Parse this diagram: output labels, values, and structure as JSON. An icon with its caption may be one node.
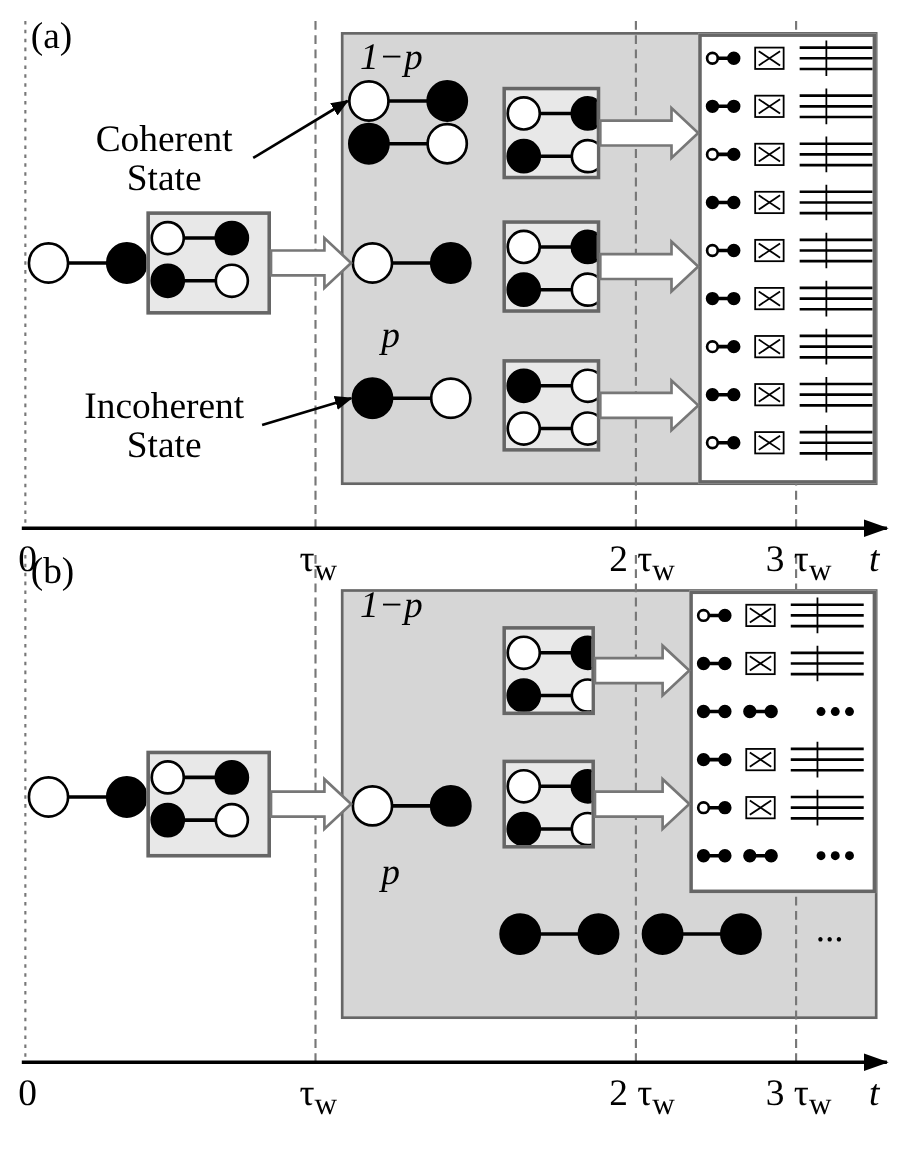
{
  "diagram": {
    "nodes": [
      {
        "text": [
          "Coherent State"
        ]
      },
      {
        "text": [
          "Incoherent State"
        ]
      },
      {
        "text": [],
        "shape": "circle"
      },
      {
        "text": [],
        "shape": "circle"
      },
      {
        "text": [],
        "shape": "box"
      },
      {
        "text": [],
        "shape": "circle"
      },
      {
        "text": [],
        "shape": "box"
      },
      {
        "text": [],
        "shape": "box"
      },
      {
        "text": [],
        "shape": "box"
      },
      {
        "text": [],
        "shape": "box"
      },
      {
        "text": [],
        "shape": "box"
      },
      {
        "text": [],
        "shape": "circle"
      },
      {
        "text": [],
        "shape": "box"
      },
      {
        "text": [],
        "shape": "box"
      },
      {
        "text": [],
        "shape": "box"
      }
    ],
    "edges": [
      {
        "from": 0,
        "to": 2,
        "arrow": "to"
      },
      {
        "from": 1,
        "to": 5,
        "arrow": "to"
      },
      {
        "from": 4,
        "to": 3,
        "arrow": "to",
        "style": "thick"
      },
      {
        "from": 6,
        "to": 9,
        "arrow": "to",
        "style": "thick"
      },
      {
        "from": 7,
        "to": 9,
        "arrow": "to",
        "style": "thick"
      },
      {
        "from": 8,
        "to": 9,
        "arrow": "to",
        "style": "thick"
      },
      {
        "from": 10,
        "to": 11,
        "arrow": "to",
        "style": "thick"
      },
      {
        "from": 12,
        "to": 14,
        "arrow": "to",
        "style": "thick"
      },
      {
        "from": 13,
        "to": 14,
        "arrow": "to",
        "style": "thick"
      }
    ],
    "labels": [
      "(a)",
      "1−p",
      "p",
      "0",
      "τ$_{w}$",
      "2 τ$_{w}$",
      "3 τ$_{w}$",
      "t",
      "(b)",
      "1−p",
      "p",
      "...",
      "0",
      "τ$_{w}$",
      "2 τ$_{w}$",
      "3 τ$_{w}$",
      "t"
    ]
  }
}
